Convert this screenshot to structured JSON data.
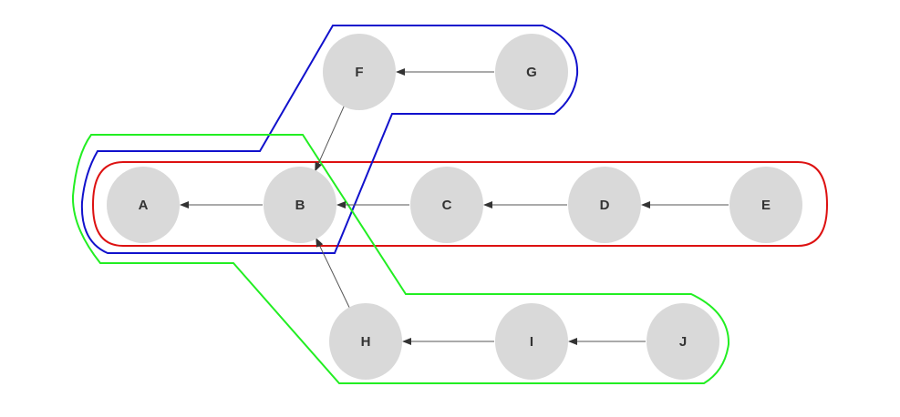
{
  "diagram": {
    "nodes": [
      {
        "id": "A",
        "label": "A"
      },
      {
        "id": "B",
        "label": "B"
      },
      {
        "id": "C",
        "label": "C"
      },
      {
        "id": "D",
        "label": "D"
      },
      {
        "id": "E",
        "label": "E"
      },
      {
        "id": "F",
        "label": "F"
      },
      {
        "id": "G",
        "label": "G"
      },
      {
        "id": "H",
        "label": "H"
      },
      {
        "id": "I",
        "label": "I"
      },
      {
        "id": "J",
        "label": "J"
      }
    ],
    "edges": [
      {
        "from": "B",
        "to": "A"
      },
      {
        "from": "C",
        "to": "B"
      },
      {
        "from": "D",
        "to": "C"
      },
      {
        "from": "E",
        "to": "D"
      },
      {
        "from": "G",
        "to": "F"
      },
      {
        "from": "F",
        "to": "B"
      },
      {
        "from": "H",
        "to": "B"
      },
      {
        "from": "I",
        "to": "H"
      },
      {
        "from": "J",
        "to": "I"
      }
    ],
    "groups": [
      {
        "color": "#dd1111",
        "members": [
          "A",
          "B",
          "C",
          "D",
          "E"
        ]
      },
      {
        "color": "#1111cc",
        "members": [
          "A",
          "B",
          "F",
          "G"
        ]
      },
      {
        "color": "#22ee22",
        "members": [
          "A",
          "B",
          "H",
          "I",
          "J"
        ]
      }
    ],
    "colors": {
      "node_fill": "#d9d9d9",
      "node_text": "#333333",
      "edge": "#555555",
      "background": "#ffffff"
    }
  }
}
